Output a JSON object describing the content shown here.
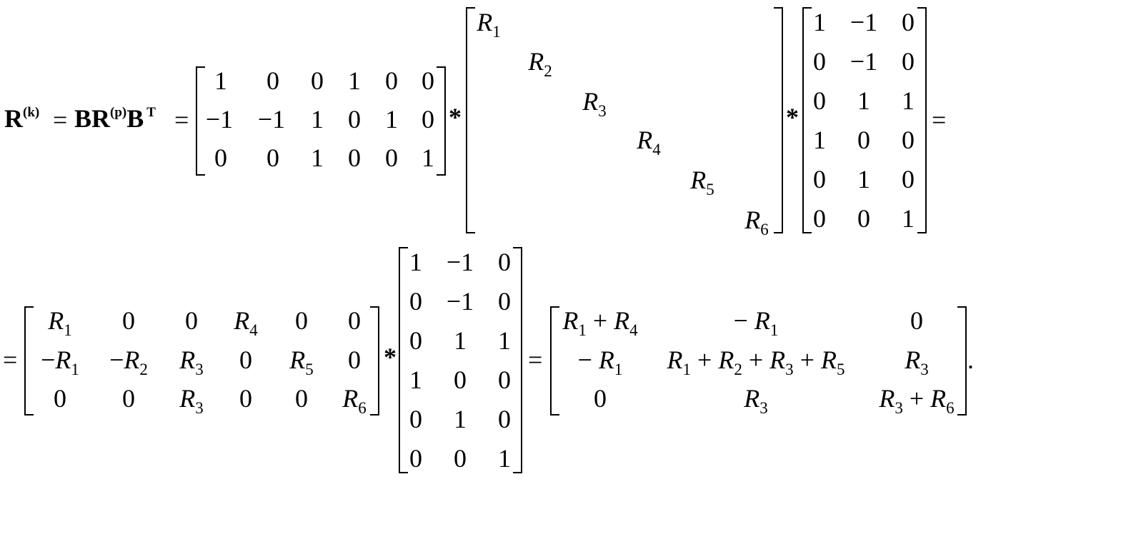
{
  "equation": {
    "lhs_symbol": "R",
    "lhs_sup": "(k)",
    "eq1": "=",
    "b_symbol": "B",
    "rp_symbol": "R",
    "rp_sup": "(p)",
    "bt_symbol": "B",
    "bt_sup": "T",
    "eq2": "=",
    "mult": "*",
    "equals_after": "=",
    "equals_line2_start": "=",
    "equals_line2_mid": "=",
    "final_period": "."
  },
  "matrix_B": [
    [
      "1",
      "0",
      "0",
      "1",
      "0",
      "0"
    ],
    [
      "−1",
      "−1",
      "1",
      "0",
      "1",
      "0"
    ],
    [
      "0",
      "0",
      "1",
      "0",
      "0",
      "1"
    ]
  ],
  "matrix_Rp_diag": [
    {
      "sym": "R",
      "sub": "1"
    },
    {
      "sym": "R",
      "sub": "2"
    },
    {
      "sym": "R",
      "sub": "3"
    },
    {
      "sym": "R",
      "sub": "4"
    },
    {
      "sym": "R",
      "sub": "5"
    },
    {
      "sym": "R",
      "sub": "6"
    }
  ],
  "matrix_BT": [
    [
      "1",
      "−1",
      "0"
    ],
    [
      "0",
      "−1",
      "0"
    ],
    [
      "0",
      "1",
      "1"
    ],
    [
      "1",
      "0",
      "0"
    ],
    [
      "0",
      "1",
      "0"
    ],
    [
      "0",
      "0",
      "1"
    ]
  ],
  "matrix_product": [
    [
      {
        "t": "R",
        "s": "1"
      },
      {
        "t": "0"
      },
      {
        "t": "0"
      },
      {
        "t": "R",
        "s": "4"
      },
      {
        "t": "0"
      },
      {
        "t": "0"
      }
    ],
    [
      {
        "t": "−R",
        "s": "1"
      },
      {
        "t": "−R",
        "s": "2"
      },
      {
        "t": "R",
        "s": "3"
      },
      {
        "t": "0"
      },
      {
        "t": "R",
        "s": "5"
      },
      {
        "t": "0"
      }
    ],
    [
      {
        "t": "0"
      },
      {
        "t": "0"
      },
      {
        "t": "R",
        "s": "3"
      },
      {
        "t": "0"
      },
      {
        "t": "0"
      },
      {
        "t": "R",
        "s": "6"
      }
    ]
  ],
  "matrix_result": [
    [
      [
        {
          "t": "R",
          "s": "1"
        },
        {
          "op": "+"
        },
        {
          "t": "R",
          "s": "4"
        }
      ],
      [
        {
          "op": "−"
        },
        {
          "t": "R",
          "s": "1"
        }
      ],
      [
        {
          "n": "0"
        }
      ]
    ],
    [
      [
        {
          "op": "−"
        },
        {
          "t": "R",
          "s": "1"
        }
      ],
      [
        {
          "t": "R",
          "s": "1"
        },
        {
          "op": "+"
        },
        {
          "t": "R",
          "s": "2"
        },
        {
          "op": "+"
        },
        {
          "t": "R",
          "s": "3"
        },
        {
          "op": "+"
        },
        {
          "t": "R",
          "s": "5"
        }
      ],
      [
        {
          "t": "R",
          "s": "3"
        }
      ]
    ],
    [
      [
        {
          "n": "0"
        }
      ],
      [
        {
          "t": "R",
          "s": "3"
        }
      ],
      [
        {
          "t": "R",
          "s": "3"
        },
        {
          "op": "+"
        },
        {
          "t": "R",
          "s": "6"
        }
      ]
    ]
  ]
}
